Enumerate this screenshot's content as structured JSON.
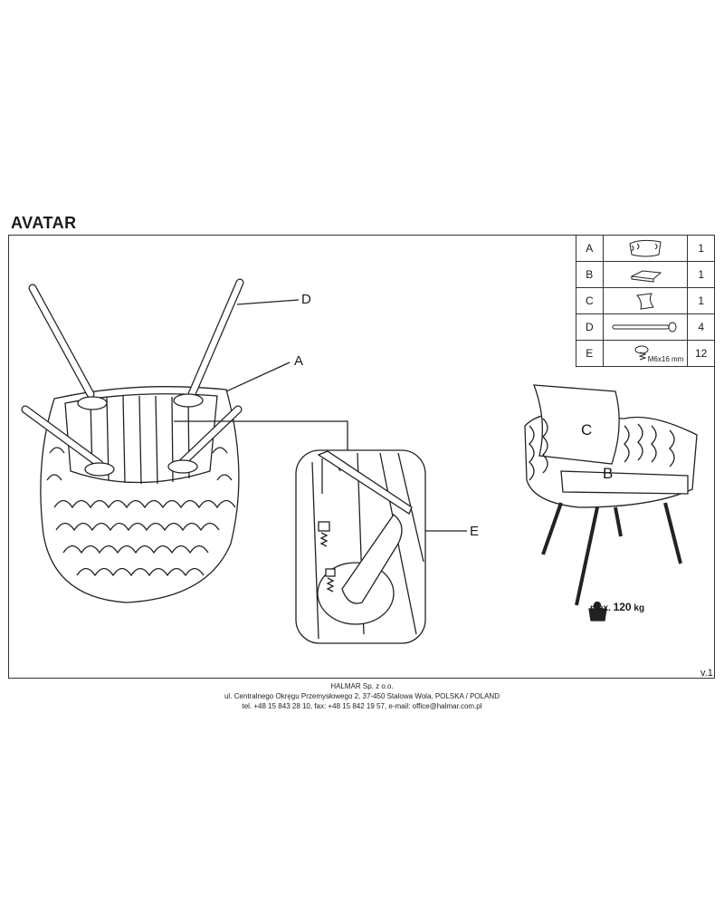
{
  "document": {
    "title": "AVATAR",
    "version": "v.1"
  },
  "parts": [
    {
      "letter": "A",
      "icon": "armchair-frame-icon",
      "qty": "1"
    },
    {
      "letter": "B",
      "icon": "seat-cushion-icon",
      "qty": "1"
    },
    {
      "letter": "C",
      "icon": "back-cushion-icon",
      "qty": "1"
    },
    {
      "letter": "D",
      "icon": "leg-icon",
      "qty": "4"
    },
    {
      "letter": "E",
      "icon": "screw-icon",
      "qty": "12",
      "note": "M6x16 mm"
    }
  ],
  "callouts": {
    "a": "A",
    "b": "B",
    "c": "C",
    "d": "D",
    "e": "E"
  },
  "weight": {
    "prefix": "max.",
    "value": "120",
    "unit": "kg"
  },
  "footer": {
    "company": "HALMAR Sp. z o.o.",
    "address": "ul. Centralnego Okręgu Przemysłowego 2, 37-450 Stalowa Wola, POLSKA / POLAND",
    "contact": "tel. +48 15 843 28 10, fax: +48 15 842 19 57, e-mail: office@halmar.com.pl"
  }
}
